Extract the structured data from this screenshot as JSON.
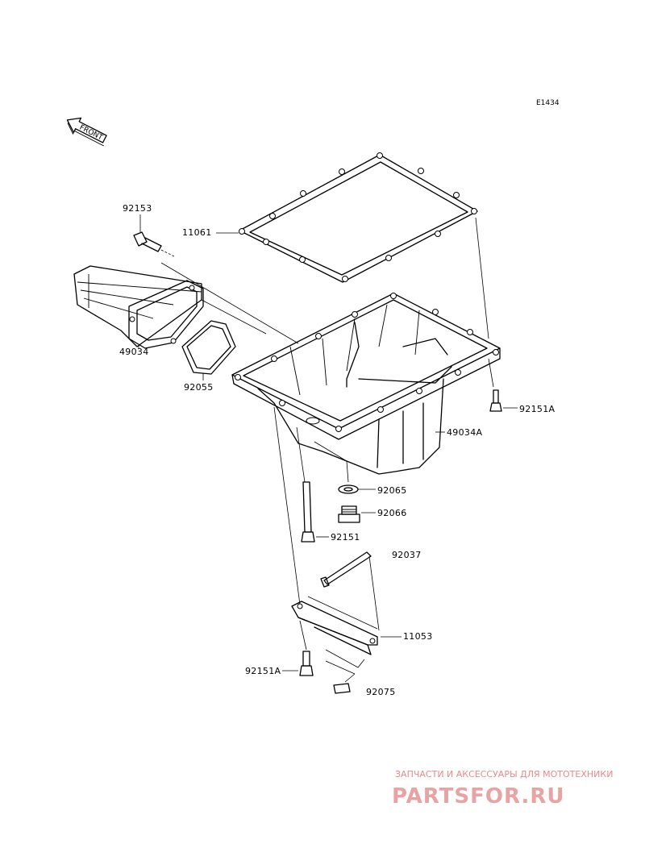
{
  "diagram_code": "E1434",
  "front_label": "FRONT",
  "callouts": {
    "c11061": "11061",
    "c92153": "92153",
    "c49034": "49034",
    "c92055": "92055",
    "c92151A_top": "92151A",
    "c49034A": "49034A",
    "c92065": "92065",
    "c92066": "92066",
    "c92151": "92151",
    "c92037": "92037",
    "c11053": "11053",
    "c92151A_bottom": "92151A",
    "c92075": "92075"
  },
  "watermark": {
    "tagline": "ЗАПЧАСТИ И АКСЕССУАРЫ ДЛЯ МОТОТЕХНИКИ",
    "brand": "PARTSFOR.RU",
    "color": "#e88c8c"
  }
}
